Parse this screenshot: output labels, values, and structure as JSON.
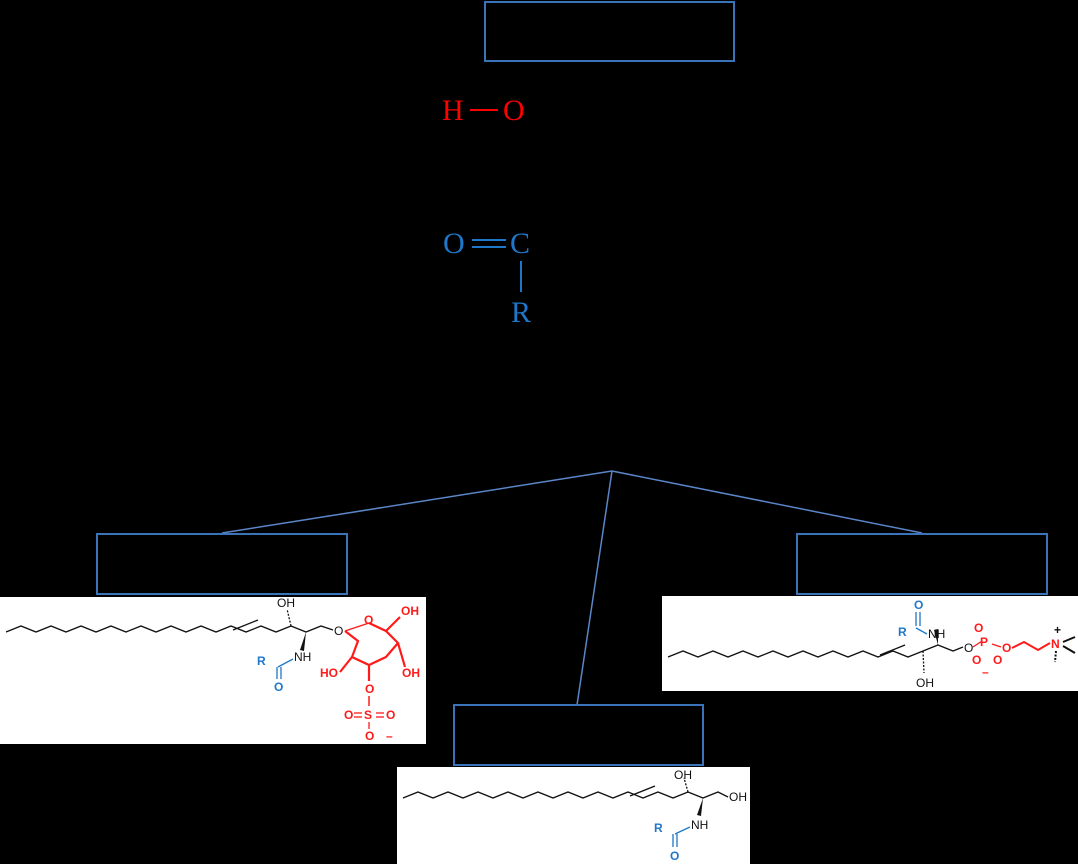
{
  "colors": {
    "background": "#000000",
    "connector": "#5a86c8",
    "box_border": "#3b73b9",
    "hydroxyl": "#ff0000",
    "acyl": "#1f77c9",
    "bond_black": "#111111",
    "headgroup_red": "#ff1a1a"
  },
  "reaction_top": {
    "hydroxyl_h": "H",
    "hydroxyl_o": "O",
    "acyl_o": "O",
    "acyl_c": "C",
    "acyl_r": "R"
  },
  "structures": {
    "left": {
      "oh_top": "OH",
      "nh": "NH",
      "r": "R",
      "o_carbonyl": "O",
      "o_link": "O",
      "ring_o": "O",
      "oh_ring_top": "OH",
      "ho_ring_left": "HO",
      "oh_ring_right": "OH",
      "o_sulfate_link": "O",
      "o_s_o_left": "O",
      "sulfur": "S",
      "o_s_o_right": "O",
      "o_bottom": "O",
      "charge": "–"
    },
    "center": {
      "oh_top": "OH",
      "oh_end": "OH",
      "nh": "NH",
      "r": "R",
      "o_carbonyl": "O"
    },
    "right": {
      "r": "R",
      "o_carbonyl": "O",
      "nh": "NH",
      "oh_bottom": "OH",
      "o_link": "O",
      "phosphorus": "P",
      "o_p_left": "O",
      "charge_p": "–",
      "o_p_right": "O",
      "o_p_up": "O",
      "o_chain": "O",
      "nitrogen": "N",
      "charge_n": "+"
    }
  }
}
